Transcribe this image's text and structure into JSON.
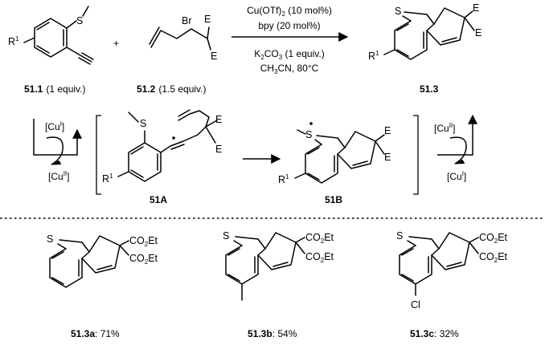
{
  "reaction": {
    "reactant1": {
      "id": "51.1",
      "amount": "(1 equiv.)"
    },
    "reactant2": {
      "id": "51.2",
      "amount": "(1.5 equiv.)"
    },
    "product": {
      "id": "51.3"
    },
    "conditions": {
      "catalyst_pre": "Cu(OTf)",
      "catalyst_sub": "2",
      "catalyst_post": " (10 mol%)",
      "ligand": "bpy (20 mol%)",
      "base_pre": "K",
      "base_sub": "2",
      "base_post": "CO",
      "base_sub2": "3",
      "base_post2": " (1 equiv.)",
      "solvent_pre": "CH",
      "solvent_sub": "3",
      "solvent_post": "CN, 80°C"
    }
  },
  "mechanism": {
    "intermediate_a": "51A",
    "intermediate_b": "51B",
    "cu_in": "[Cu",
    "cu_in_sup": "I",
    "cu_out": "[Cu",
    "cu_out_sup": "II",
    "cu2_in": "[Cu",
    "cu2_in_sup": "II",
    "cu2_out": "[Cu",
    "cu2_out_sup": "I",
    "bracket_close": "]"
  },
  "atoms": {
    "S": "S",
    "Br": "Br",
    "E": "E",
    "R": "R",
    "R_sup": "1",
    "Cl": "Cl",
    "co2et_pre": "CO",
    "co2et_sub": "2",
    "co2et_post": "Et"
  },
  "examples": [
    {
      "id": "51.3a",
      "yield": ": 71%"
    },
    {
      "id": "51.3b",
      "yield": ": 54%"
    },
    {
      "id": "51.3c",
      "yield": ": 32%"
    }
  ]
}
